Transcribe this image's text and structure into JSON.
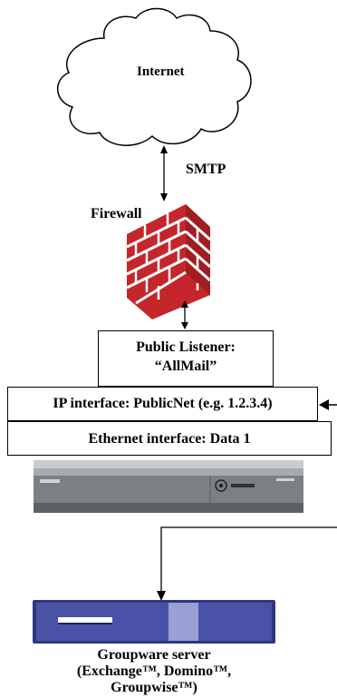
{
  "labels": {
    "internet": "Internet",
    "smtp": "SMTP",
    "firewall": "Firewall",
    "listener_line1": "Public Listener:",
    "listener_line2": "“AllMail”",
    "ip_interface": "IP interface: PublicNet (e.g. 1.2.3.4)",
    "ethernet_interface": "Ethernet interface: Data 1",
    "groupware_line1": "Groupware server",
    "groupware_line2": "(Exchange™, Domino™,",
    "groupware_line3": "Groupwise™)"
  },
  "icons": {
    "cloud": "cloud-icon",
    "firewall": "brick-wall-icon",
    "appliance": "appliance-icon",
    "server": "server-icon"
  },
  "colors": {
    "brick": "#c4262b",
    "mortar": "#ffffff",
    "appliance_body": "#8c8f92",
    "server_body": "#4a52a8",
    "server_panel": "#9aa0d6"
  }
}
